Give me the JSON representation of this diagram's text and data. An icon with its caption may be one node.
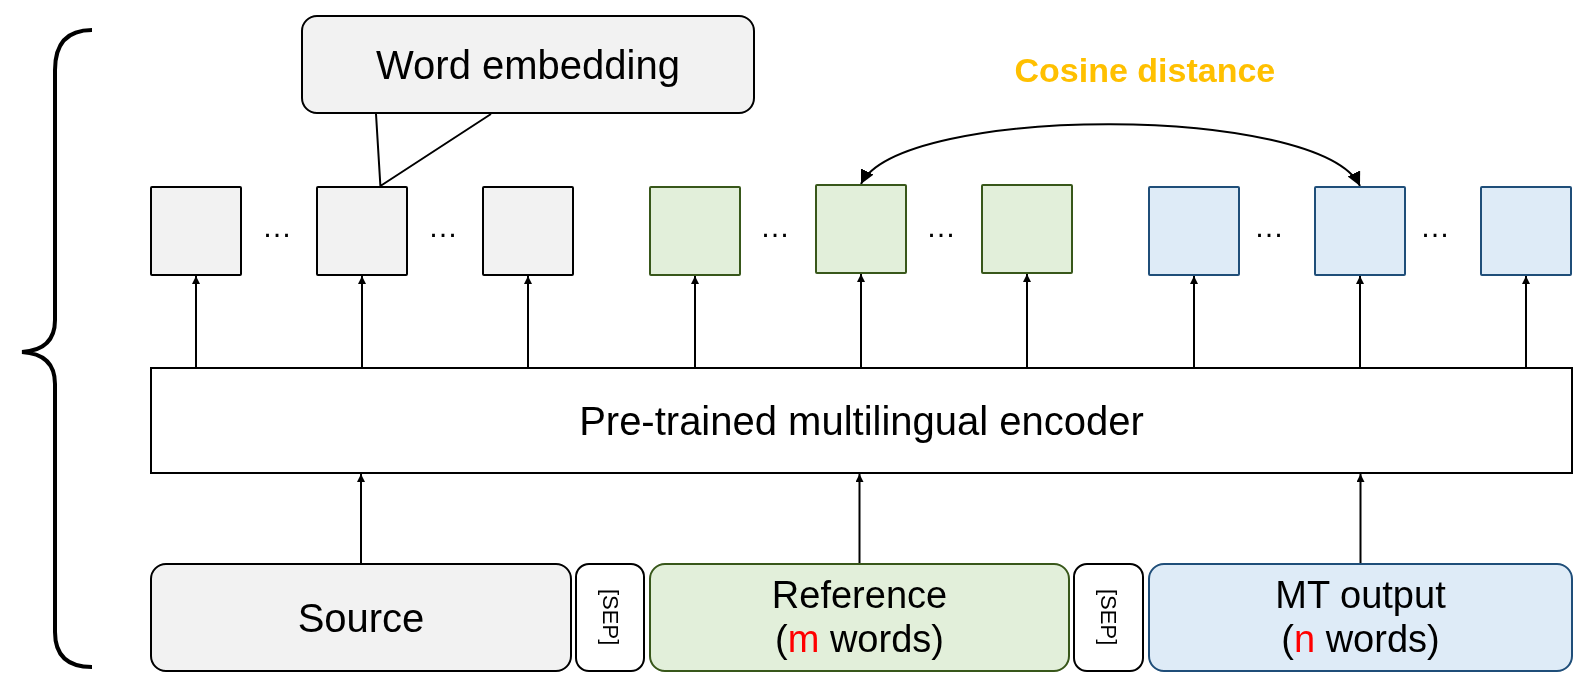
{
  "diagram": {
    "nodes": [
      {
        "text": [
          "Word embedding"
        ]
      },
      {
        "text": [],
        "shape": "box"
      },
      {
        "text": [],
        "shape": "box"
      },
      {
        "text": [],
        "shape": "box"
      },
      {
        "text": [],
        "shape": "box"
      },
      {
        "text": [],
        "shape": "box"
      },
      {
        "text": [],
        "shape": "box"
      },
      {
        "text": [],
        "shape": "box"
      },
      {
        "text": [],
        "shape": "box"
      },
      {
        "text": [],
        "shape": "box"
      },
      {
        "text": [
          "Pre-trained multilingual encoder"
        ]
      },
      {
        "text": [
          "Source"
        ]
      },
      {
        "text": [
          "[SEP]"
        ]
      },
      {
        "text": [
          "Reference (*m* words)"
        ]
      },
      {
        "text": [
          "[SEP]"
        ]
      },
      {
        "text": [
          "MT output (*n* words)"
        ]
      }
    ],
    "edges": [
      {
        "from": 0,
        "to": 2,
        "arrow": "none"
      },
      {
        "from": 5,
        "to": 8,
        "arrow": "both",
        "label": "Cosine distance"
      },
      {
        "from": 10,
        "to": 1,
        "arrow": "to"
      },
      {
        "from": 10,
        "to": 2,
        "arrow": "to"
      },
      {
        "from": 10,
        "to": 3,
        "arrow": "to"
      },
      {
        "from": 10,
        "to": 4,
        "arrow": "to"
      },
      {
        "from": 10,
        "to": 5,
        "arrow": "to"
      },
      {
        "from": 10,
        "to": 6,
        "arrow": "to"
      },
      {
        "from": 10,
        "to": 7,
        "arrow": "to"
      },
      {
        "from": 10,
        "to": 8,
        "arrow": "to"
      },
      {
        "from": 10,
        "to": 9,
        "arrow": "to"
      },
      {
        "from": 11,
        "to": 10,
        "arrow": "to"
      },
      {
        "from": 13,
        "to": 10,
        "arrow": "to"
      },
      {
        "from": 15,
        "to": 10,
        "arrow": "to"
      }
    ],
    "labels": [
      "…",
      "…",
      "…",
      "…",
      "…",
      "…"
    ]
  }
}
